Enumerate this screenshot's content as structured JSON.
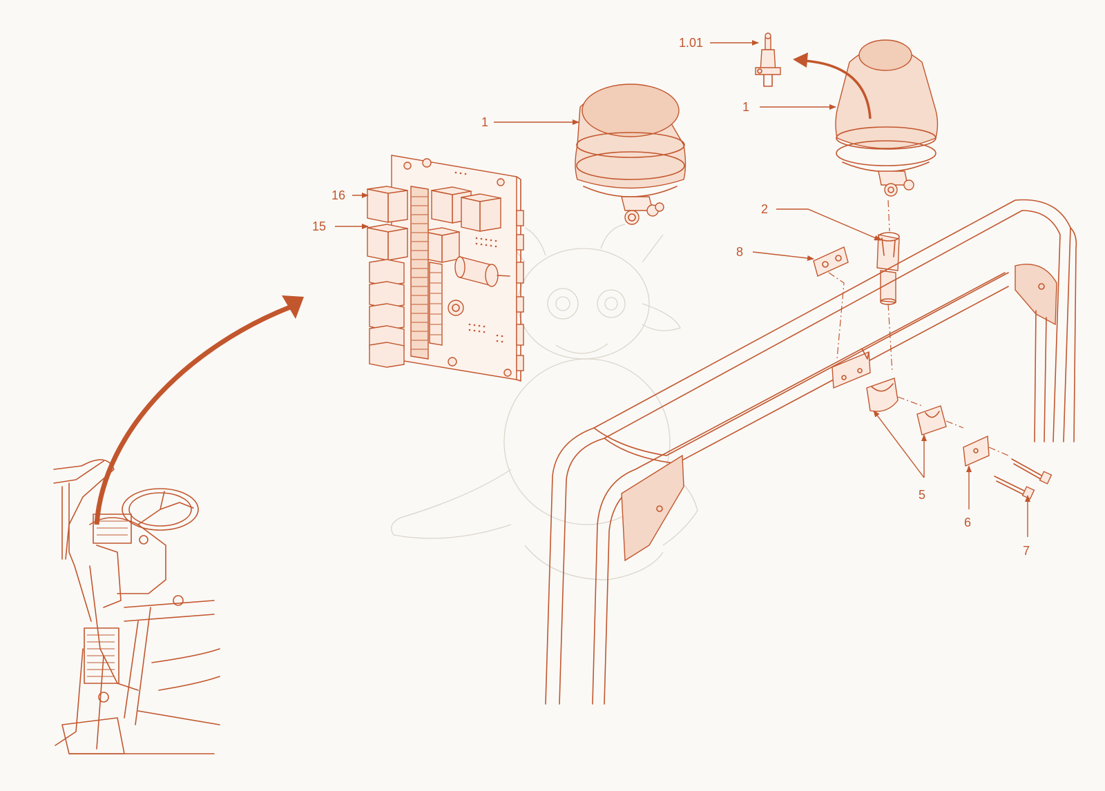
{
  "diagram": {
    "accent_color": "#c2562d",
    "background_color": "#faf9f6",
    "callouts": [
      {
        "id": "1.01",
        "label": "1.01"
      },
      {
        "id": "1a",
        "label": "1"
      },
      {
        "id": "1b",
        "label": "1"
      },
      {
        "id": "2",
        "label": "2"
      },
      {
        "id": "8",
        "label": "8"
      },
      {
        "id": "16",
        "label": "16"
      },
      {
        "id": "15",
        "label": "15"
      },
      {
        "id": "5",
        "label": "5"
      },
      {
        "id": "6",
        "label": "6"
      },
      {
        "id": "7",
        "label": "7"
      }
    ]
  }
}
